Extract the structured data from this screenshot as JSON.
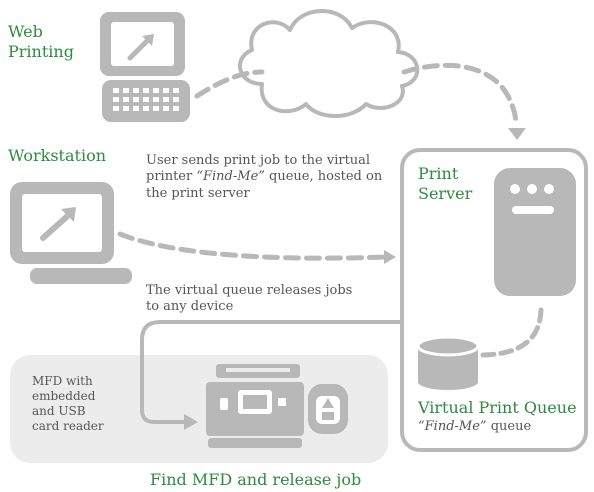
{
  "colors": {
    "accent_green": "#2e8b3e",
    "shape_gray": "#b8b8b8",
    "panel_bg": "#ececec",
    "text_gray": "#555555"
  },
  "labels": {
    "web_printing": "Web Printing",
    "workstation": "Workstation",
    "user_sends_prefix": "User sends print job to the virtual printer",
    "user_sends_italic": "“Find-Me”",
    "user_sends_suffix": "queue, hosted on the print server",
    "release_text": "The virtual queue releases jobs to any device",
    "print_server": "Print Server",
    "virtual_print_queue": "Virtual Print Queue",
    "find_me_italic": "“Find-Me”",
    "find_me_suffix": "queue",
    "mfd_text": "MFD with embedded and USB card reader",
    "find_mfd": "Find MFD and release job"
  },
  "icons": [
    "laptop-icon",
    "cloud-icon",
    "monitor-icon",
    "server-icon",
    "database-icon",
    "mfd-printer-icon",
    "card-reader-icon"
  ]
}
